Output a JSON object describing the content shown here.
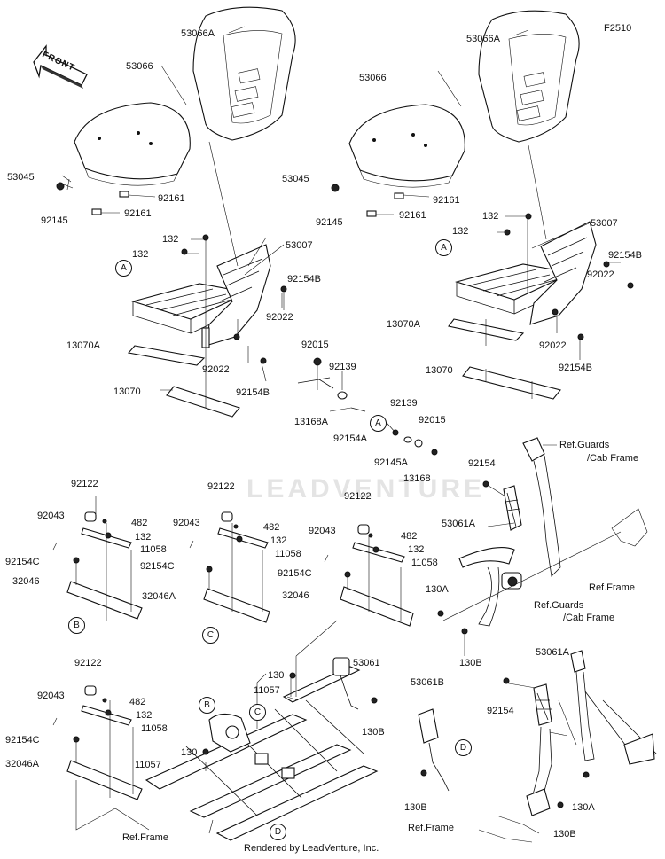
{
  "figure_code": "F2510",
  "front_label": "FRONT",
  "watermark": "LEADVENTURE",
  "footer": "Rendered by LeadVenture, Inc.",
  "callouts": {
    "A": "A",
    "B": "B",
    "C": "C",
    "D": "D"
  },
  "labels": {
    "l1_53066A": "53066A",
    "l1_53066": "53066",
    "l1_53045": "53045",
    "l1_92161a": "92161",
    "l1_92145": "92145",
    "l1_92161b": "92161",
    "l1_132": "132",
    "l1_53007": "53007",
    "l1_132b": "132",
    "l1_92154B": "92154B",
    "l1_92022": "92022",
    "l1_13070A": "13070A",
    "l1_92022b": "92022",
    "l1_92154Bb": "92154B",
    "l1_13070": "13070",
    "r_53066A": "53066A",
    "r_53066": "53066",
    "r_53045": "53045",
    "r_92161a": "92161",
    "r_92145": "92145",
    "r_92161b": "92161",
    "r_132": "132",
    "r_53007": "53007",
    "r_132b": "132",
    "r_92154B": "92154B",
    "r_92022": "92022",
    "r_13070A": "13070A",
    "r_92022b": "92022",
    "r_92154Bb": "92154B",
    "r_13070": "13070",
    "m_92015": "92015",
    "m_92139": "92139",
    "m_13168A": "13168A",
    "m_92154A": "92154A",
    "m_92139b": "92139",
    "m_92015b": "92015",
    "m_92145A": "92145A",
    "m_13168": "13168",
    "s1_92122": "92122",
    "s1_92043": "92043",
    "s1_482": "482",
    "s1_132": "132",
    "s1_11058": "11058",
    "s1_92154C": "92154C",
    "s1_32046": "32046",
    "s2_92122": "92122",
    "s2_92043": "92043",
    "s2_482": "482",
    "s2_132": "132",
    "s2_11058": "11058",
    "s2_92154C": "92154C",
    "s2_32046A": "32046A",
    "s3_92122": "92122",
    "s3_92043": "92043",
    "s3_482": "482",
    "s3_132": "132",
    "s3_11058": "11058",
    "s3_92154C": "92154C",
    "s3_32046": "32046",
    "s4_92122": "92122",
    "s4_92043": "92043",
    "s4_482": "482",
    "s4_132": "132",
    "s4_11058": "11058",
    "s4_92154C": "92154C",
    "s4_32046A": "32046A",
    "b_92154": "92154",
    "b_refguards": "Ref.Guards",
    "b_cabframe": "/Cab Frame",
    "b_53061A": "53061A",
    "b_refframe": "Ref.Frame",
    "b_130A": "130A",
    "b_130B": "130B",
    "b2_refguards": "Ref.Guards",
    "b2_cabframe": "/Cab Frame",
    "b2_53061A": "53061A",
    "b2_92154": "92154",
    "b2_130A": "130A",
    "b2_130B": "130B",
    "b2_refframe": "Ref.Frame",
    "c_130": "130",
    "c_11057": "11057",
    "c_53061": "53061",
    "c_130B": "130B",
    "c_130b": "130",
    "c_11057b": "11057",
    "c_refframe": "Ref.Frame",
    "d_53061B": "53061B",
    "d_130B": "130B"
  }
}
